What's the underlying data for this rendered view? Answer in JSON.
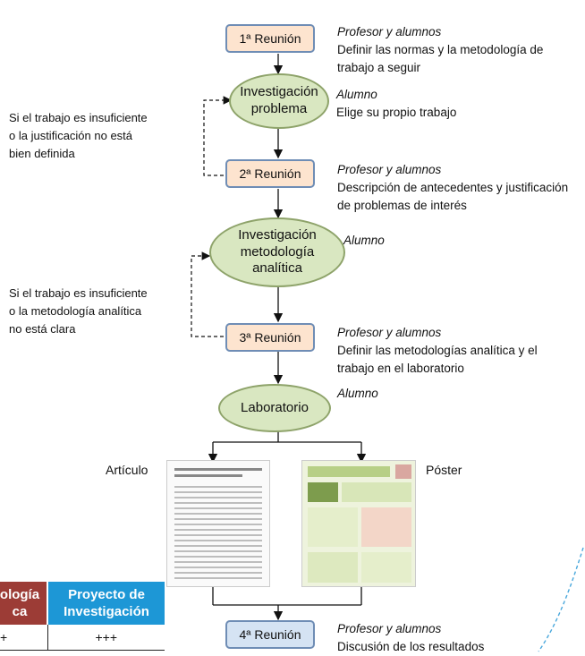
{
  "meetings": [
    {
      "label": "1ª Reunión",
      "role": "Profesor y alumnos",
      "desc": "Definir las normas y la metodología de trabajo a seguir"
    },
    {
      "label": "2ª Reunión",
      "role": "Profesor y alumnos",
      "desc": "Descripción de antecedentes y justificación de problemas de interés"
    },
    {
      "label": "3ª Reunión",
      "role": "Profesor y alumnos",
      "desc": "Definir las metodologías analítica y el trabajo en el laboratorio"
    },
    {
      "label": "4ª Reunión",
      "role": "Profesor y alumnos",
      "desc": "Discusión de los resultados"
    }
  ],
  "activities": [
    {
      "lines": [
        "Investigación",
        "problema"
      ],
      "role": "Alumno",
      "desc": "Elige su propio trabajo"
    },
    {
      "lines": [
        "Investigación",
        "metodología",
        "analítica"
      ],
      "role": "Alumno"
    },
    {
      "lines": [
        "Laboratorio"
      ],
      "role": "Alumno"
    }
  ],
  "feedback": [
    {
      "lines": [
        "Si el trabajo es insuficiente",
        "o la justificación no está",
        "bien definida"
      ]
    },
    {
      "lines": [
        "Si el trabajo es insuficiente",
        "o la metodología analítica",
        "no está clara"
      ]
    }
  ],
  "outputs": {
    "article": "Artículo",
    "poster": "Póster"
  },
  "table": {
    "headers": [
      "ología\nca",
      "Proyecto de\nInvestigación"
    ],
    "header_colors": [
      "#9c3c36",
      "#1d97d6"
    ],
    "row": [
      "+",
      "+++"
    ]
  },
  "colors": {
    "meeting_border": "#6f8db5",
    "meeting_fill": "#fde4cf",
    "meeting4_fill": "#d5e3f3",
    "ellipse_fill": "#d9e7c1",
    "ellipse_border": "#8ea36a"
  }
}
